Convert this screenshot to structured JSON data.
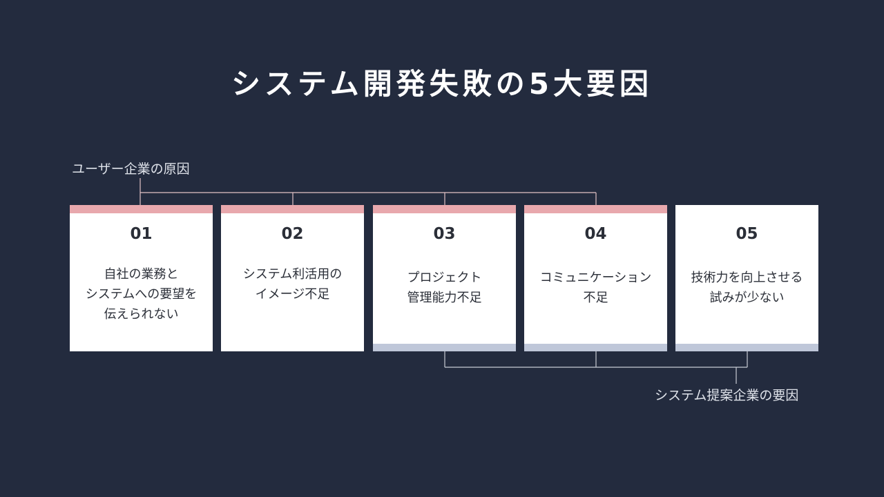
{
  "title": "システム開発失敗の5大要因",
  "groups": {
    "user": {
      "label": "ユーザー企業の原因"
    },
    "vendor": {
      "label": "システム提案企業の要因"
    }
  },
  "colors": {
    "background": "#232b3e",
    "user_accent": "#e8a8ad",
    "vendor_accent": "#bfc7d9",
    "connector": "#e3c3c6",
    "connector_vendor": "#c8ccd6"
  },
  "cards": [
    {
      "num": "01",
      "lines": [
        "自社の業務と",
        "システムへの要望を",
        "伝えられない"
      ],
      "user": true,
      "vendor": false
    },
    {
      "num": "02",
      "lines": [
        "システム利活用の",
        "イメージ不足"
      ],
      "user": true,
      "vendor": false
    },
    {
      "num": "03",
      "lines": [
        "プロジェクト",
        "管理能力不足"
      ],
      "user": true,
      "vendor": true
    },
    {
      "num": "04",
      "lines": [
        "コミュニケーション",
        "不足"
      ],
      "user": true,
      "vendor": true
    },
    {
      "num": "05",
      "lines": [
        "技術力を向上させる",
        "試みが少ない"
      ],
      "user": false,
      "vendor": true
    }
  ]
}
